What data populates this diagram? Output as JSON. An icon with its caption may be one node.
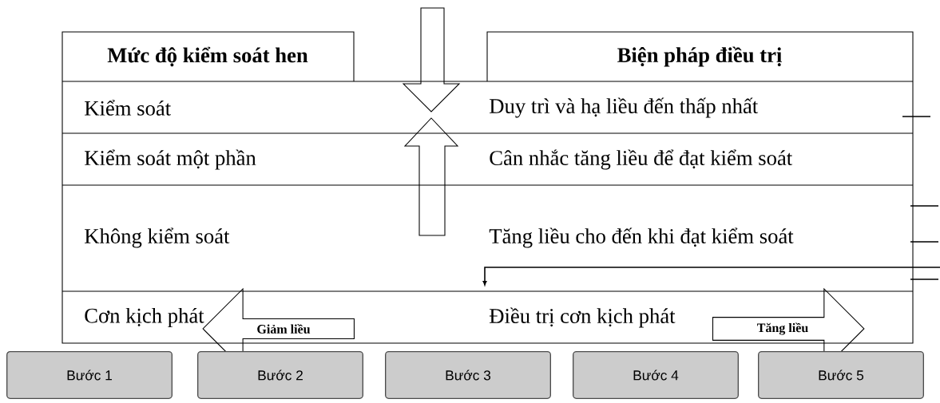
{
  "diagram": {
    "nodes": [
      {
        "text": [
          "Giảm liều"
        ]
      },
      {
        "text": [
          "Tăng liều"
        ]
      },
      {
        "text": [
          "Bước 1"
        ]
      },
      {
        "text": [
          "Bước 2"
        ]
      },
      {
        "text": [
          "Bước 3"
        ]
      },
      {
        "text": [
          "Bước 4"
        ]
      },
      {
        "text": [
          "Bước 5"
        ]
      }
    ],
    "labels": [
      "Mức độ kiểm soát hen",
      "Biện pháp điều trị",
      "Kiểm soát",
      "Duy trì và hạ liều đến thấp nhất",
      "Kiểm soát một phần",
      "Cân nhắc tăng liều để đạt kiểm soát",
      "Không kiểm soát",
      "Tăng liều cho đến khi đạt kiểm soát",
      "Cơn kịch phát",
      "Điều trị cơn kịch phát"
    ]
  }
}
